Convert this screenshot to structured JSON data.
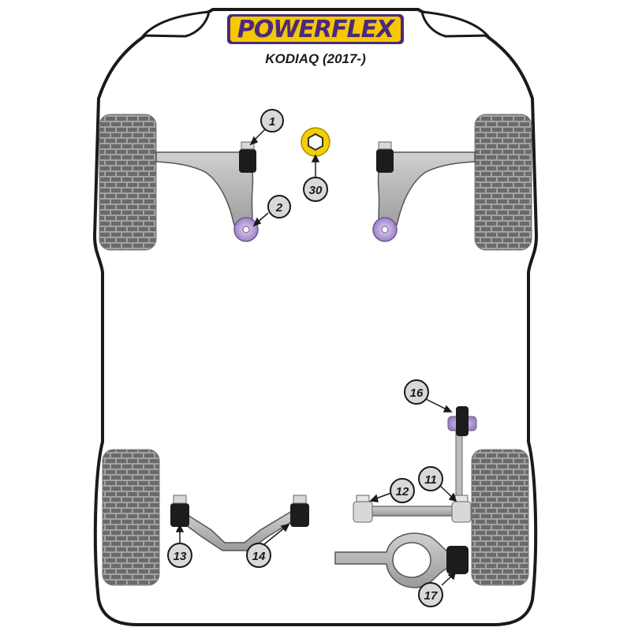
{
  "brand": {
    "logo_text": "POWERFLEX"
  },
  "vehicle": {
    "model": "KODIAQ (2017-)"
  },
  "colors": {
    "body_outline": "#1a1a1a",
    "tyre": "#9a9a9a",
    "tyre_tread": "#555555",
    "arm_fill": "#b0b0b0",
    "bush_black": "#1c1c1c",
    "bush_purple": "#b49bd8",
    "bush_yellow": "#f2d000",
    "logo_yellow": "#f5c800",
    "logo_purple": "#4b2a7e",
    "callout_fill": "#d9d9d9"
  },
  "callouts": [
    {
      "id": "1",
      "label": "1"
    },
    {
      "id": "2",
      "label": "2"
    },
    {
      "id": "30",
      "label": "30"
    },
    {
      "id": "16",
      "label": "16"
    },
    {
      "id": "12",
      "label": "12"
    },
    {
      "id": "11",
      "label": "11"
    },
    {
      "id": "13",
      "label": "13"
    },
    {
      "id": "14",
      "label": "14"
    },
    {
      "id": "17",
      "label": "17"
    }
  ]
}
